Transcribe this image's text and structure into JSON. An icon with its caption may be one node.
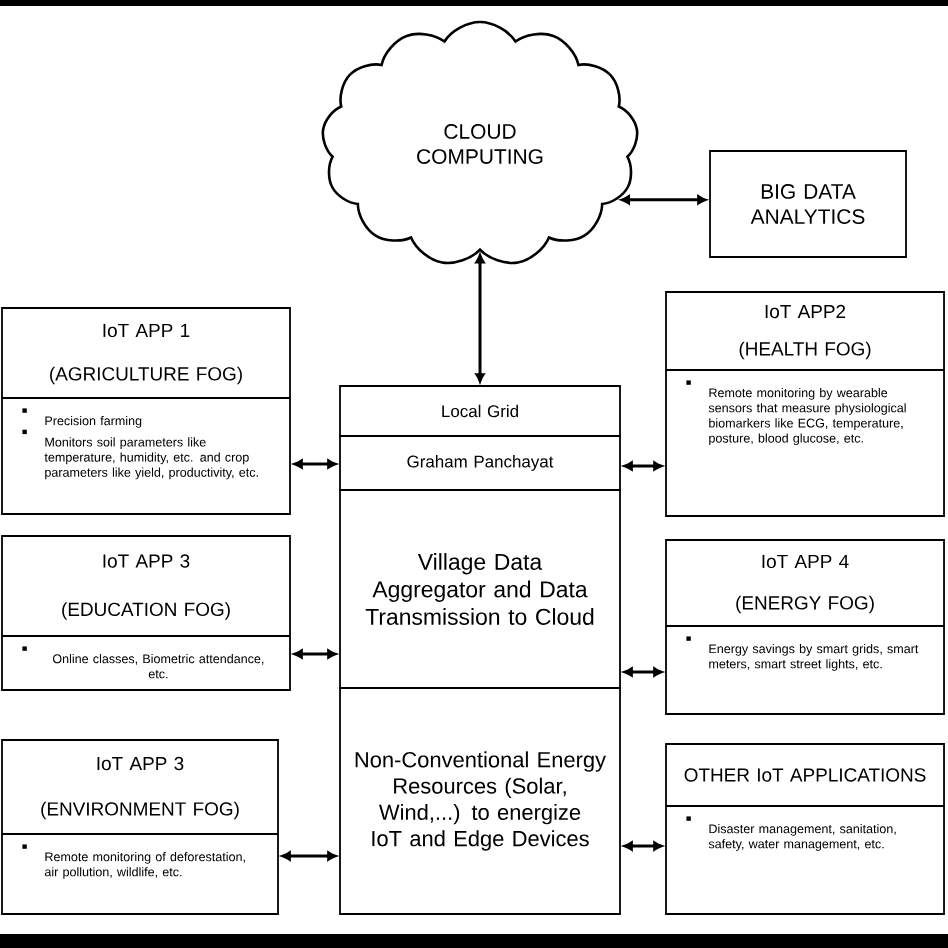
{
  "diagram": {
    "nodes": [
      {
        "text": [
          "CLOUD COMPUTING"
        ]
      },
      {
        "text": [
          "BIG DATA ANALYTICS"
        ]
      },
      {
        "text": [
          "IoT APP 1",
          "(AGRICULTURE FOG)",
          "Precision farming",
          "Monitors soil parameters like temperature, humidity, etc. and crop parameters like yield, productivity, etc."
        ]
      },
      {
        "text": [
          "IoT APP2",
          "(HEALTH FOG)",
          "Remote monitoring by wearable sensors that measure physiological biomarkers like ECG, temperature, posture, blood glucose, etc."
        ]
      },
      {
        "text": [
          "Local Grid"
        ]
      },
      {
        "text": [
          "Graham Panchayat"
        ]
      },
      {
        "text": [
          "Village Data Aggregator and Data Transmission to Cloud"
        ]
      },
      {
        "text": [
          "IoT APP 3",
          "(EDUCATION FOG)",
          "Online classes, Biometric attendance, etc."
        ]
      },
      {
        "text": [
          "IoT APP 4",
          "(ENERGY FOG)",
          "Energy savings by smart grids, smart meters, smart street lights, etc."
        ]
      },
      {
        "text": [
          "Non-Conventional Energy Resources (Solar, Wind,...) to energize IoT and Edge Devices"
        ]
      },
      {
        "text": [
          "IoT APP 3",
          "(ENVIRONMENT FOG)",
          "Remote monitoring of deforestation, air pollution, wildlife, etc."
        ]
      },
      {
        "text": [
          "OTHER IoT APPLICATIONS",
          "Disaster management, sanitation, safety, water management, etc."
        ]
      }
    ],
    "edges": [
      {
        "from": 0,
        "to": 4,
        "arrow": "both"
      },
      {
        "from": 0,
        "to": 1,
        "arrow": "both"
      },
      {
        "from": 2,
        "to": 5,
        "arrow": "both"
      },
      {
        "from": 3,
        "to": 5,
        "arrow": "both"
      },
      {
        "from": 7,
        "to": 6,
        "arrow": "both"
      },
      {
        "from": 8,
        "to": 6,
        "arrow": "both"
      },
      {
        "from": 10,
        "to": 9,
        "arrow": "both"
      },
      {
        "from": 11,
        "to": 9,
        "arrow": "both"
      }
    ]
  }
}
